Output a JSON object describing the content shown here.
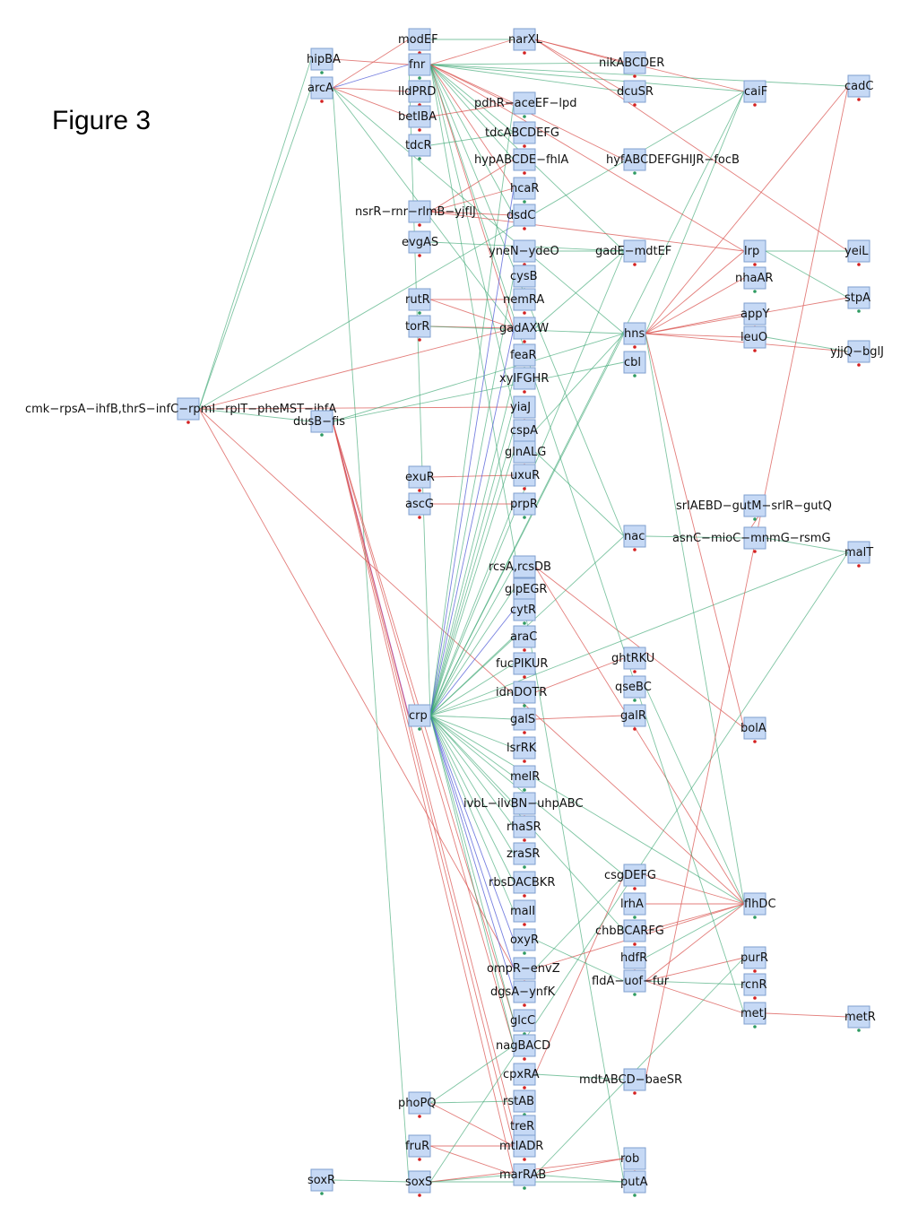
{
  "figure_title": "Figure 3",
  "colors": {
    "repression": "#d9534f",
    "activation": "#3aa672",
    "dual": "#4a55d6",
    "node_fill": "#c6d9f5"
  },
  "nodes": [
    {
      "id": "hipBA",
      "label": "hipBA"
    },
    {
      "id": "arcA",
      "label": "arcA"
    },
    {
      "id": "modEF",
      "label": "modEF"
    },
    {
      "id": "fnr",
      "label": "fnr"
    },
    {
      "id": "lldPRD",
      "label": "lldPRD"
    },
    {
      "id": "betIBA",
      "label": "betIBA"
    },
    {
      "id": "tdcR",
      "label": "tdcR"
    },
    {
      "id": "nsrR",
      "label": "nsrR−rnr−rlmB−yjfIJ"
    },
    {
      "id": "evgAS",
      "label": "evgAS"
    },
    {
      "id": "rutR",
      "label": "rutR"
    },
    {
      "id": "torR",
      "label": "torR"
    },
    {
      "id": "cmk",
      "label": "cmk−rpsA−ihfB,thrS−infC−rpmI−rplT−pheMST−ihfA"
    },
    {
      "id": "dusB",
      "label": "dusB−fis"
    },
    {
      "id": "exuR",
      "label": "exuR"
    },
    {
      "id": "ascG",
      "label": "ascG"
    },
    {
      "id": "crp",
      "label": "crp"
    },
    {
      "id": "phoPQ",
      "label": "phoPQ"
    },
    {
      "id": "fruR",
      "label": "fruR"
    },
    {
      "id": "soxR",
      "label": "soxR"
    },
    {
      "id": "soxS",
      "label": "soxS"
    },
    {
      "id": "narXL",
      "label": "narXL"
    },
    {
      "id": "pdhR",
      "label": "pdhR−aceEF−lpd"
    },
    {
      "id": "tdcABCDEFG",
      "label": "tdcABCDEFG"
    },
    {
      "id": "hypABCDE",
      "label": "hypABCDE−fhlA"
    },
    {
      "id": "hcaR",
      "label": "hcaR"
    },
    {
      "id": "dsdC",
      "label": "dsdC"
    },
    {
      "id": "yneN",
      "label": "yneN−ydeO"
    },
    {
      "id": "cysB",
      "label": "cysB"
    },
    {
      "id": "nemRA",
      "label": "nemRA"
    },
    {
      "id": "gadAXW",
      "label": "gadAXW"
    },
    {
      "id": "feaR",
      "label": "feaR"
    },
    {
      "id": "xylFGHR",
      "label": "xylFGHR"
    },
    {
      "id": "yiaJ",
      "label": "yiaJ"
    },
    {
      "id": "cspA",
      "label": "cspA"
    },
    {
      "id": "glnALG",
      "label": "glnALG"
    },
    {
      "id": "uxuR",
      "label": "uxuR"
    },
    {
      "id": "prpR",
      "label": "prpR"
    },
    {
      "id": "rcsA",
      "label": "rcsA,rcsDB"
    },
    {
      "id": "glpEGR",
      "label": "glpEGR"
    },
    {
      "id": "cytR",
      "label": "cytR"
    },
    {
      "id": "araC",
      "label": "araC"
    },
    {
      "id": "fucPIKUR",
      "label": "fucPIKUR"
    },
    {
      "id": "idnDOTR",
      "label": "idnDOTR"
    },
    {
      "id": "galS",
      "label": "galS"
    },
    {
      "id": "lsrRK",
      "label": "lsrRK"
    },
    {
      "id": "melR",
      "label": "melR"
    },
    {
      "id": "ivbL",
      "label": "ivbL−ilvBN−uhpABC"
    },
    {
      "id": "rhaSR",
      "label": "rhaSR"
    },
    {
      "id": "zraSR",
      "label": "zraSR"
    },
    {
      "id": "rbsDACBKR",
      "label": "rbsDACBKR"
    },
    {
      "id": "malI",
      "label": "malI"
    },
    {
      "id": "oxyR",
      "label": "oxyR"
    },
    {
      "id": "ompR",
      "label": "ompR−envZ"
    },
    {
      "id": "dgsA",
      "label": "dgsA−ynfK"
    },
    {
      "id": "glcC",
      "label": "glcC"
    },
    {
      "id": "nagBACD",
      "label": "nagBACD"
    },
    {
      "id": "cpxRA",
      "label": "cpxRA"
    },
    {
      "id": "rstAB",
      "label": "rstAB"
    },
    {
      "id": "treR",
      "label": "treR"
    },
    {
      "id": "mtlADR",
      "label": "mtlADR"
    },
    {
      "id": "marRAB",
      "label": "marRAB"
    },
    {
      "id": "nikABCDER",
      "label": "nikABCDER"
    },
    {
      "id": "dcuSR",
      "label": "dcuSR"
    },
    {
      "id": "hyfABCDEFGHIJR",
      "label": "hyfABCDEFGHIJR−focB"
    },
    {
      "id": "gadE",
      "label": "gadE−mdtEF"
    },
    {
      "id": "hns",
      "label": "hns"
    },
    {
      "id": "cbl",
      "label": "cbl"
    },
    {
      "id": "nac",
      "label": "nac"
    },
    {
      "id": "ghtRKU",
      "label": "ghtRKU"
    },
    {
      "id": "qseBC",
      "label": "qseBC"
    },
    {
      "id": "galR",
      "label": "galR"
    },
    {
      "id": "csgDEFG",
      "label": "csgDEFG"
    },
    {
      "id": "lrhA",
      "label": "lrhA"
    },
    {
      "id": "chbBCARFG",
      "label": "chbBCARFG"
    },
    {
      "id": "hdfR",
      "label": "hdfR"
    },
    {
      "id": "fldA",
      "label": "fldA−uof−fur"
    },
    {
      "id": "mdtABCD",
      "label": "mdtABCD−baeSR"
    },
    {
      "id": "rob",
      "label": "rob"
    },
    {
      "id": "putA",
      "label": "putA"
    },
    {
      "id": "caiF",
      "label": "caiF"
    },
    {
      "id": "lrp",
      "label": "lrp"
    },
    {
      "id": "nhaAR",
      "label": "nhaAR"
    },
    {
      "id": "appY",
      "label": "appY"
    },
    {
      "id": "leuO",
      "label": "leuO"
    },
    {
      "id": "srlAEBD",
      "label": "srlAEBD−gutM−srlR−gutQ"
    },
    {
      "id": "asnC",
      "label": "asnC−mioC−mnmG−rsmG"
    },
    {
      "id": "bolA",
      "label": "bolA"
    },
    {
      "id": "flhDC",
      "label": "flhDC"
    },
    {
      "id": "purR",
      "label": "purR"
    },
    {
      "id": "rcnR",
      "label": "rcnR"
    },
    {
      "id": "metJ",
      "label": "metJ"
    },
    {
      "id": "cadC",
      "label": "cadC"
    },
    {
      "id": "yeiL",
      "label": "yeiL"
    },
    {
      "id": "stpA",
      "label": "stpA"
    },
    {
      "id": "yjjQ",
      "label": "yjjQ−bglJ"
    },
    {
      "id": "malT",
      "label": "malT"
    },
    {
      "id": "metR",
      "label": "metR"
    }
  ],
  "edges": [
    {
      "from": "fnr",
      "to": "narXL",
      "type": "rep"
    },
    {
      "from": "fnr",
      "to": "nikABCDER",
      "type": "act"
    },
    {
      "from": "fnr",
      "to": "dcuSR",
      "type": "act"
    },
    {
      "from": "fnr",
      "to": "caiF",
      "type": "act"
    },
    {
      "from": "fnr",
      "to": "cadC",
      "type": "act"
    },
    {
      "from": "fnr",
      "to": "pdhR",
      "type": "rep"
    },
    {
      "from": "fnr",
      "to": "tdcABCDEFG",
      "type": "act"
    },
    {
      "from": "fnr",
      "to": "hypABCDE",
      "type": "act"
    },
    {
      "from": "fnr",
      "to": "hyfABCDEFGHIJR",
      "type": "rep"
    },
    {
      "from": "fnr",
      "to": "gadAXW",
      "type": "rep"
    },
    {
      "from": "fnr",
      "to": "hcaR",
      "type": "rep"
    },
    {
      "from": "fnr",
      "to": "dsdC",
      "type": "act"
    },
    {
      "from": "fnr",
      "to": "yiaJ",
      "type": "act"
    },
    {
      "from": "fnr",
      "to": "nac",
      "type": "act"
    },
    {
      "from": "fnr",
      "to": "gadE",
      "type": "act"
    },
    {
      "from": "fnr",
      "to": "putA",
      "type": "act"
    },
    {
      "from": "modEF",
      "to": "narXL",
      "type": "act"
    },
    {
      "from": "narXL",
      "to": "nikABCDER",
      "type": "rep"
    },
    {
      "from": "narXL",
      "to": "caiF",
      "type": "rep"
    },
    {
      "from": "narXL",
      "to": "dcuSR",
      "type": "rep"
    },
    {
      "from": "narXL",
      "to": "yeiL",
      "type": "rep"
    },
    {
      "from": "arcA",
      "to": "fnr",
      "type": "dual"
    },
    {
      "from": "arcA",
      "to": "modEF",
      "type": "rep"
    },
    {
      "from": "arcA",
      "to": "lldPRD",
      "type": "rep"
    },
    {
      "from": "arcA",
      "to": "betIBA",
      "type": "rep"
    },
    {
      "from": "arcA",
      "to": "gadAXW",
      "type": "act"
    },
    {
      "from": "arcA",
      "to": "hns",
      "type": "act"
    },
    {
      "from": "arcA",
      "to": "soxS",
      "type": "act"
    },
    {
      "from": "hipBA",
      "to": "fnr",
      "type": "rep"
    },
    {
      "from": "betIBA",
      "to": "pdhR",
      "type": "rep"
    },
    {
      "from": "tdcR",
      "to": "tdcABCDEFG",
      "type": "act"
    },
    {
      "from": "nsrR",
      "to": "hcaR",
      "type": "rep"
    },
    {
      "from": "nsrR",
      "to": "dsdC",
      "type": "rep"
    },
    {
      "from": "nsrR",
      "to": "lrp",
      "type": "rep"
    },
    {
      "from": "nsrR",
      "to": "hypABCDE",
      "type": "rep"
    },
    {
      "from": "evgAS",
      "to": "gadE",
      "type": "act"
    },
    {
      "from": "rutR",
      "to": "gadAXW",
      "type": "rep"
    },
    {
      "from": "rutR",
      "to": "nemRA",
      "type": "rep"
    },
    {
      "from": "torR",
      "to": "gadAXW",
      "type": "rep"
    },
    {
      "from": "torR",
      "to": "hns",
      "type": "act"
    },
    {
      "from": "cmk",
      "to": "dusB",
      "type": "act"
    },
    {
      "from": "cmk",
      "to": "gadAXW",
      "type": "rep"
    },
    {
      "from": "cmk",
      "to": "yiaJ",
      "type": "rep"
    },
    {
      "from": "cmk",
      "to": "caiF",
      "type": "act"
    },
    {
      "from": "cmk",
      "to": "ompR",
      "type": "rep"
    },
    {
      "from": "cmk",
      "to": "flhDC",
      "type": "rep"
    },
    {
      "from": "cmk",
      "to": "hipBA",
      "type": "act"
    },
    {
      "from": "cmk",
      "to": "arcA",
      "type": "act"
    },
    {
      "from": "dusB",
      "to": "crp",
      "type": "mix"
    },
    {
      "from": "dusB",
      "to": "cbl",
      "type": "act"
    },
    {
      "from": "dusB",
      "to": "hns",
      "type": "act"
    },
    {
      "from": "dusB",
      "to": "glcC",
      "type": "rep"
    },
    {
      "from": "dusB",
      "to": "nagBACD",
      "type": "rep"
    },
    {
      "from": "dusB",
      "to": "mtlADR",
      "type": "rep"
    },
    {
      "from": "dusB",
      "to": "marRAB",
      "type": "rep"
    },
    {
      "from": "dusB",
      "to": "treR",
      "type": "rep"
    },
    {
      "from": "exuR",
      "to": "uxuR",
      "type": "rep"
    },
    {
      "from": "ascG",
      "to": "prpR",
      "type": "rep"
    },
    {
      "from": "crp",
      "to": "fnr",
      "type": "act"
    },
    {
      "from": "crp",
      "to": "gadAXW",
      "type": "dual"
    },
    {
      "from": "crp",
      "to": "cysB",
      "type": "act"
    },
    {
      "from": "crp",
      "to": "pdhR",
      "type": "act"
    },
    {
      "from": "crp",
      "to": "hcaR",
      "type": "dual"
    },
    {
      "from": "crp",
      "to": "xylFGHR",
      "type": "act"
    },
    {
      "from": "crp",
      "to": "yiaJ",
      "type": "act"
    },
    {
      "from": "crp",
      "to": "cspA",
      "type": "act"
    },
    {
      "from": "crp",
      "to": "glnALG",
      "type": "act"
    },
    {
      "from": "crp",
      "to": "prpR",
      "type": "act"
    },
    {
      "from": "crp",
      "to": "rcsA",
      "type": "act"
    },
    {
      "from": "crp",
      "to": "glpEGR",
      "type": "act"
    },
    {
      "from": "crp",
      "to": "cytR",
      "type": "dual"
    },
    {
      "from": "crp",
      "to": "araC",
      "type": "act"
    },
    {
      "from": "crp",
      "to": "fucPIKUR",
      "type": "act"
    },
    {
      "from": "crp",
      "to": "idnDOTR",
      "type": "act"
    },
    {
      "from": "crp",
      "to": "galS",
      "type": "act"
    },
    {
      "from": "crp",
      "to": "lsrRK",
      "type": "act"
    },
    {
      "from": "crp",
      "to": "melR",
      "type": "act"
    },
    {
      "from": "crp",
      "to": "ivbL",
      "type": "act"
    },
    {
      "from": "crp",
      "to": "rhaSR",
      "type": "act"
    },
    {
      "from": "crp",
      "to": "zraSR",
      "type": "act"
    },
    {
      "from": "crp",
      "to": "rbsDACBKR",
      "type": "act"
    },
    {
      "from": "crp",
      "to": "malI",
      "type": "act"
    },
    {
      "from": "crp",
      "to": "oxyR",
      "type": "dual"
    },
    {
      "from": "crp",
      "to": "ompR",
      "type": "dual"
    },
    {
      "from": "crp",
      "to": "dgsA",
      "type": "dual"
    },
    {
      "from": "crp",
      "to": "glcC",
      "type": "act"
    },
    {
      "from": "crp",
      "to": "nagBACD",
      "type": "act"
    },
    {
      "from": "crp",
      "to": "hns",
      "type": "act"
    },
    {
      "from": "crp",
      "to": "gadE",
      "type": "act"
    },
    {
      "from": "crp",
      "to": "malT",
      "type": "act"
    },
    {
      "from": "crp",
      "to": "flhDC",
      "type": "act"
    },
    {
      "from": "crp",
      "to": "csgDEFG",
      "type": "act"
    },
    {
      "from": "crp",
      "to": "nac",
      "type": "act"
    },
    {
      "from": "crp",
      "to": "caiF",
      "type": "act"
    },
    {
      "from": "crp",
      "to": "chbBCARFG",
      "type": "act"
    },
    {
      "from": "phoPQ",
      "to": "rstAB",
      "type": "act"
    },
    {
      "from": "phoPQ",
      "to": "mtlADR",
      "type": "rep"
    },
    {
      "from": "phoPQ",
      "to": "nagBACD",
      "type": "act"
    },
    {
      "from": "fruR",
      "to": "mtlADR",
      "type": "rep"
    },
    {
      "from": "fruR",
      "to": "marRAB",
      "type": "rep"
    },
    {
      "from": "soxR",
      "to": "soxS",
      "type": "act"
    },
    {
      "from": "soxS",
      "to": "marRAB",
      "type": "act"
    },
    {
      "from": "soxS",
      "to": "rob",
      "type": "rep"
    },
    {
      "from": "soxS",
      "to": "putA",
      "type": "act"
    },
    {
      "from": "marRAB",
      "to": "rob",
      "type": "rep"
    },
    {
      "from": "marRAB",
      "to": "putA",
      "type": "act"
    },
    {
      "from": "hns",
      "to": "lrp",
      "type": "rep"
    },
    {
      "from": "hns",
      "to": "nhaAR",
      "type": "rep"
    },
    {
      "from": "hns",
      "to": "appY",
      "type": "rep"
    },
    {
      "from": "hns",
      "to": "leuO",
      "type": "rep"
    },
    {
      "from": "hns",
      "to": "stpA",
      "type": "rep"
    },
    {
      "from": "hns",
      "to": "yjjQ",
      "type": "rep"
    },
    {
      "from": "hns",
      "to": "bolA",
      "type": "rep"
    },
    {
      "from": "hns",
      "to": "flhDC",
      "type": "act"
    },
    {
      "from": "hns",
      "to": "caiF",
      "type": "act"
    },
    {
      "from": "hns",
      "to": "cadC",
      "type": "rep"
    },
    {
      "from": "lrp",
      "to": "yeiL",
      "type": "act"
    },
    {
      "from": "lrp",
      "to": "stpA",
      "type": "act"
    },
    {
      "from": "leuO",
      "to": "yjjQ",
      "type": "act"
    },
    {
      "from": "srlAEBD",
      "to": "asnC",
      "type": "rep"
    },
    {
      "from": "asnC",
      "to": "malT",
      "type": "act"
    },
    {
      "from": "nac",
      "to": "asnC",
      "type": "act"
    },
    {
      "from": "lrhA",
      "to": "flhDC",
      "type": "rep"
    },
    {
      "from": "hdfR",
      "to": "flhDC",
      "type": "act"
    },
    {
      "from": "fldA",
      "to": "purR",
      "type": "rep"
    },
    {
      "from": "fldA",
      "to": "rcnR",
      "type": "act"
    },
    {
      "from": "fldA",
      "to": "metJ",
      "type": "rep"
    },
    {
      "from": "metJ",
      "to": "metR",
      "type": "rep"
    },
    {
      "from": "fldA",
      "to": "flhDC",
      "type": "rep"
    },
    {
      "from": "csgDEFG",
      "to": "flhDC",
      "type": "rep"
    },
    {
      "from": "chbBCARFG",
      "to": "flhDC",
      "type": "rep"
    },
    {
      "from": "qseBC",
      "to": "flhDC",
      "type": "act"
    },
    {
      "from": "galR",
      "to": "galS",
      "type": "rep"
    },
    {
      "from": "ghtRKU",
      "to": "idnDOTR",
      "type": "rep"
    },
    {
      "from": "ompR",
      "to": "csgDEFG",
      "type": "act"
    },
    {
      "from": "ompR",
      "to": "flhDC",
      "type": "rep"
    },
    {
      "from": "cpxRA",
      "to": "csgDEFG",
      "type": "rep"
    },
    {
      "from": "cpxRA",
      "to": "mdtABCD",
      "type": "act"
    },
    {
      "from": "rcsA",
      "to": "flhDC",
      "type": "rep"
    },
    {
      "from": "rcsA",
      "to": "bolA",
      "type": "rep"
    },
    {
      "from": "oxyR",
      "to": "fldA",
      "type": "act"
    },
    {
      "from": "mdtABCD",
      "to": "cadC",
      "type": "rep"
    },
    {
      "from": "glnALG",
      "to": "nac",
      "type": "act"
    },
    {
      "from": "cspA",
      "to": "hns",
      "type": "act"
    },
    {
      "from": "yneN",
      "to": "gadE",
      "type": "act"
    },
    {
      "from": "gadE",
      "to": "gadAXW",
      "type": "act"
    },
    {
      "from": "fnr",
      "to": "metJ",
      "type": "act"
    },
    {
      "from": "soxS",
      "to": "malT",
      "type": "act"
    },
    {
      "from": "marRAB",
      "to": "purR",
      "type": "act"
    },
    {
      "from": "fnr",
      "to": "lrp",
      "type": "rep"
    }
  ]
}
